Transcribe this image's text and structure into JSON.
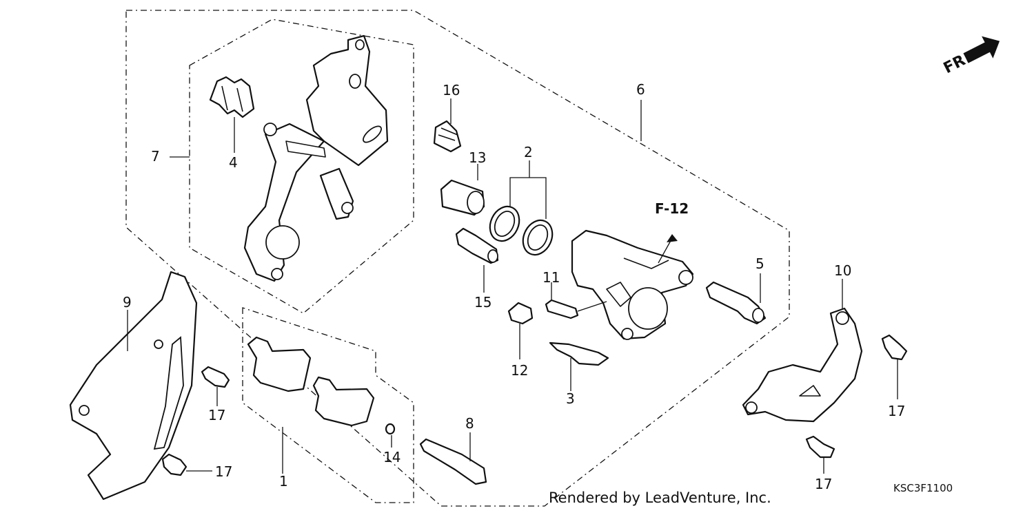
{
  "diagram": {
    "callouts": {
      "c1": "1",
      "c2": "2",
      "c3": "3",
      "c4": "4",
      "c5": "5",
      "c6": "6",
      "c7": "7",
      "c8": "8",
      "c9": "9",
      "c10": "10",
      "c11": "11",
      "c12": "12",
      "c13": "13",
      "c14": "14",
      "c15": "15",
      "c16": "16",
      "c17a": "17",
      "c17b": "17",
      "c17c": "17",
      "c17d": "17"
    },
    "reference_label": "F-12",
    "front_indicator": "FR.",
    "credit": "Rendered by LeadVenture, Inc.",
    "diagram_code": "KSC3F1100"
  }
}
